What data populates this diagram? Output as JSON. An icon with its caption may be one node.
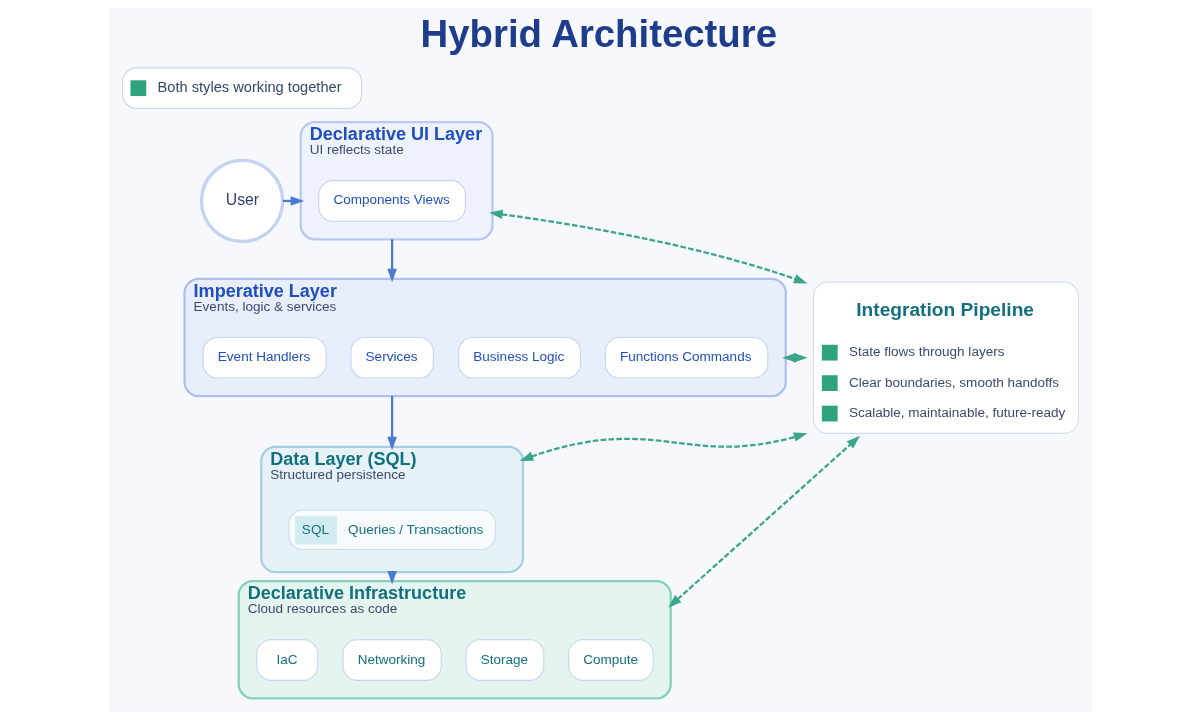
{
  "diagram": {
    "title": "Hybrid Architecture",
    "nodes": [
      {
        "text": [
          "User"
        ]
      },
      {
        "text": [
          "Declarative UI Layer",
          "UI reflects state"
        ]
      },
      {
        "text": [
          "Components Views"
        ],
        "in": 1
      },
      {
        "text": [
          "Imperative Layer",
          "Events, logic & services"
        ]
      },
      {
        "text": [
          "Functions Commands"
        ],
        "in": 3
      },
      {
        "text": [
          "Event Handlers"
        ],
        "in": 3
      },
      {
        "text": [
          "Services"
        ],
        "in": 3
      },
      {
        "text": [
          "Business Logic"
        ],
        "in": 3
      },
      {
        "text": [
          "Data Layer (SQL)",
          "Structured persistence"
        ]
      },
      {
        "text": [
          "SQL",
          "Queries / Transactions"
        ],
        "in": 8
      },
      {
        "text": [
          "Declarative Infrastructure",
          "Cloud resources as code"
        ]
      },
      {
        "text": [
          "IaC"
        ],
        "in": 10
      },
      {
        "text": [
          "Networking"
        ],
        "in": 10
      },
      {
        "text": [
          "Storage"
        ],
        "in": 10
      },
      {
        "text": [
          "Compute"
        ],
        "in": 10
      },
      {
        "text": [
          "Integration Pipeline",
          "State flows through layers",
          "Clear boundaries, smooth handoffs",
          "Scalable, maintainable, future-ready"
        ]
      }
    ],
    "edges": [
      {
        "from": 0,
        "to": 1,
        "arrow": "to"
      },
      {
        "from": 1,
        "to": 3,
        "arrow": "to"
      },
      {
        "from": 3,
        "to": 8,
        "arrow": "to"
      },
      {
        "from": 8,
        "to": 10,
        "arrow": "to"
      },
      {
        "from": 1,
        "to": 15,
        "arrow": "both",
        "style": "dashed",
        "color": "#3aa58c"
      },
      {
        "from": 3,
        "to": 15,
        "arrow": "both",
        "style": "dashed",
        "color": "#3aa58c"
      },
      {
        "from": 8,
        "to": 15,
        "arrow": "both",
        "style": "dashed",
        "color": "#3aa58c"
      },
      {
        "from": 10,
        "to": 15,
        "arrow": "both",
        "style": "dashed",
        "color": "#3aa58c"
      }
    ],
    "labels": [
      "Both styles working together"
    ]
  }
}
